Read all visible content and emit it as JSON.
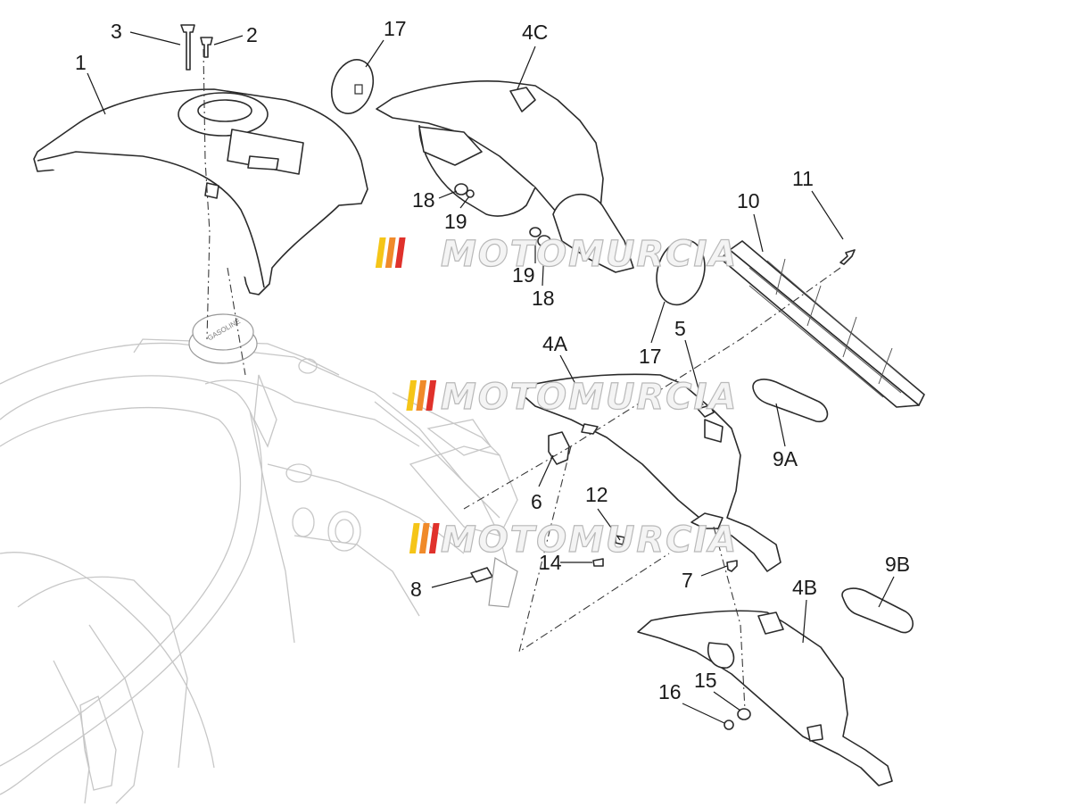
{
  "diagram": {
    "labels": [
      "1",
      "2",
      "3",
      "17",
      "4C",
      "18",
      "19",
      "19",
      "18",
      "10",
      "11",
      "17",
      "5",
      "4A",
      "9A",
      "6",
      "12",
      "14",
      "7",
      "8",
      "9B",
      "4B",
      "15",
      "16"
    ],
    "watermark": "MOTOMURCIA",
    "watermark_colors": [
      "#f5c518",
      "#f08a2a",
      "#e0312b"
    ],
    "fuel_cap_text": "GASOLINE"
  }
}
